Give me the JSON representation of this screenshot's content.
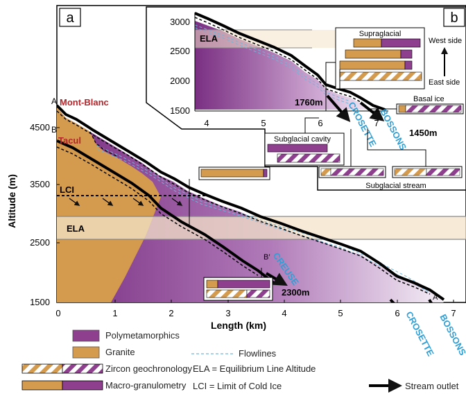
{
  "panel_a": {
    "label": "a",
    "ylabel": "Altitude (m)",
    "xlabel": "Length (km)",
    "yticks": [
      "4500",
      "3500",
      "2500",
      "1500"
    ],
    "xticks": [
      "0",
      "1",
      "2",
      "3",
      "4",
      "5",
      "6",
      "7"
    ],
    "profile_A_label": "A",
    "profile_A2_label": "A′",
    "profile_B_label": "B",
    "profile_B2_label": "B′",
    "peak1": "Mont-Blanc",
    "peak2": "Tacul",
    "lci": "LCI",
    "ela": "ELA",
    "creuse": "CREUSE",
    "creuse_alt": "2300m",
    "crosette": "CROSETTE",
    "bossons": "BOSSONS"
  },
  "panel_b": {
    "label": "b",
    "yticks": [
      "3000",
      "2500",
      "2000",
      "1500"
    ],
    "xticks": [
      "4",
      "5",
      "6",
      "7"
    ],
    "ela": "ELA",
    "supraglacial": "Supraglacial",
    "west": "West side",
    "east": "East side",
    "basal": "Basal ice",
    "alt_1760": "1760m",
    "alt_1450": "1450m",
    "crosette": "CROSETTE",
    "bossons": "BOSSONS",
    "subcav": "Subglacial cavity",
    "substream": "Subglacial stream"
  },
  "legend": {
    "poly": "Polymetamorphics",
    "granite": "Granite",
    "zircon": "Zircon geochronology",
    "macro": "Macro-granulometry",
    "flowlines": "Flowlines",
    "ela": "ELA = Equilibrium Line Altitude",
    "lci": "LCI = Limit of Cold Ice",
    "stream": "Stream outlet"
  },
  "colors": {
    "granite": "#d49a4e",
    "poly": "#8e3f8e",
    "flowline": "#6fb6d9",
    "red_label": "#b3252a",
    "blue_label": "#2f9fd6"
  }
}
